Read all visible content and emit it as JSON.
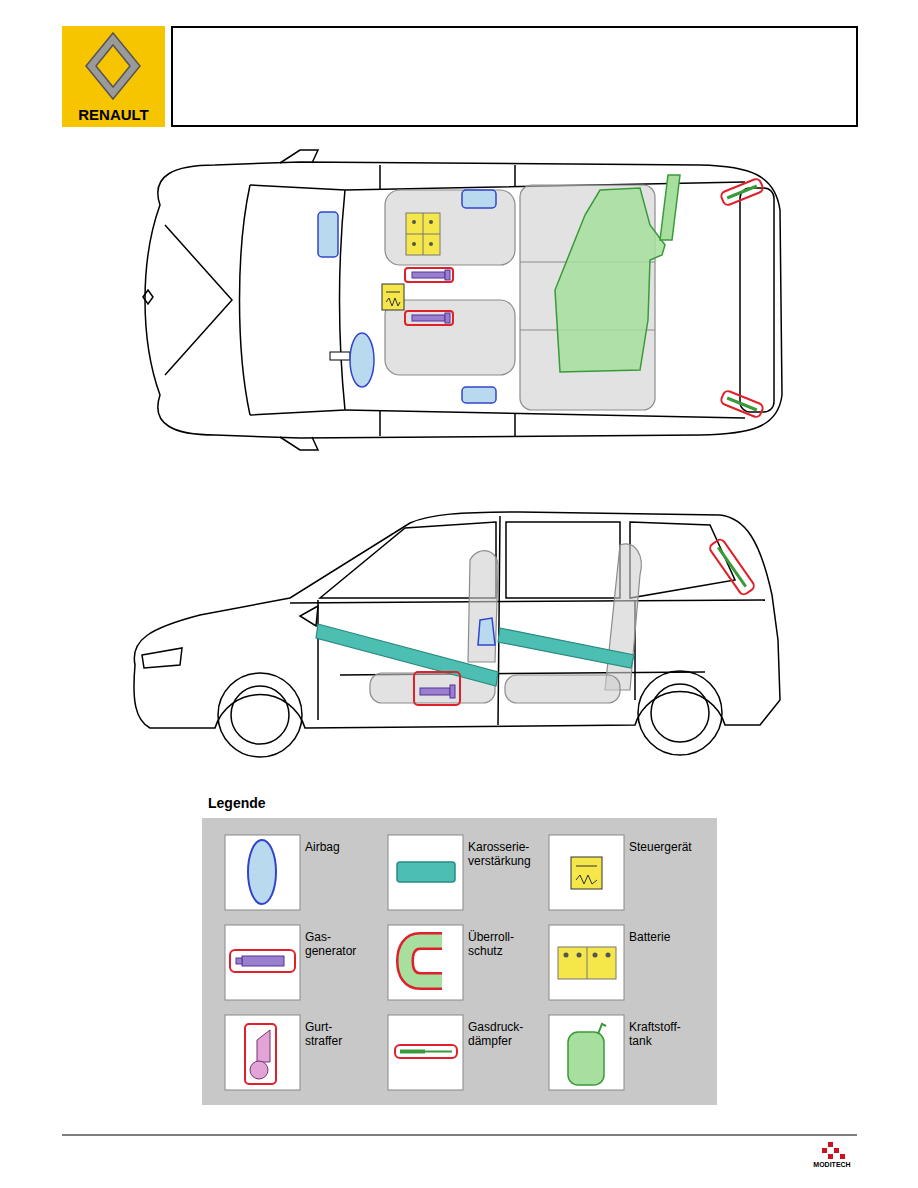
{
  "diagram": {
    "labels": [
      "RENAULT",
      "Legende",
      "MODITECH"
    ],
    "legend": [
      {
        "text": "Airbag"
      },
      {
        "text": "Karosserie- verstärkung"
      },
      {
        "text": "Steuergerät"
      },
      {
        "text": "Gas- generator"
      },
      {
        "text": "Überroll- schutz"
      },
      {
        "text": "Batterie"
      },
      {
        "text": "Gurt- straffer"
      },
      {
        "text": "Gasdruck- dämpfer"
      },
      {
        "text": "Kraftstoff- tank"
      }
    ]
  }
}
